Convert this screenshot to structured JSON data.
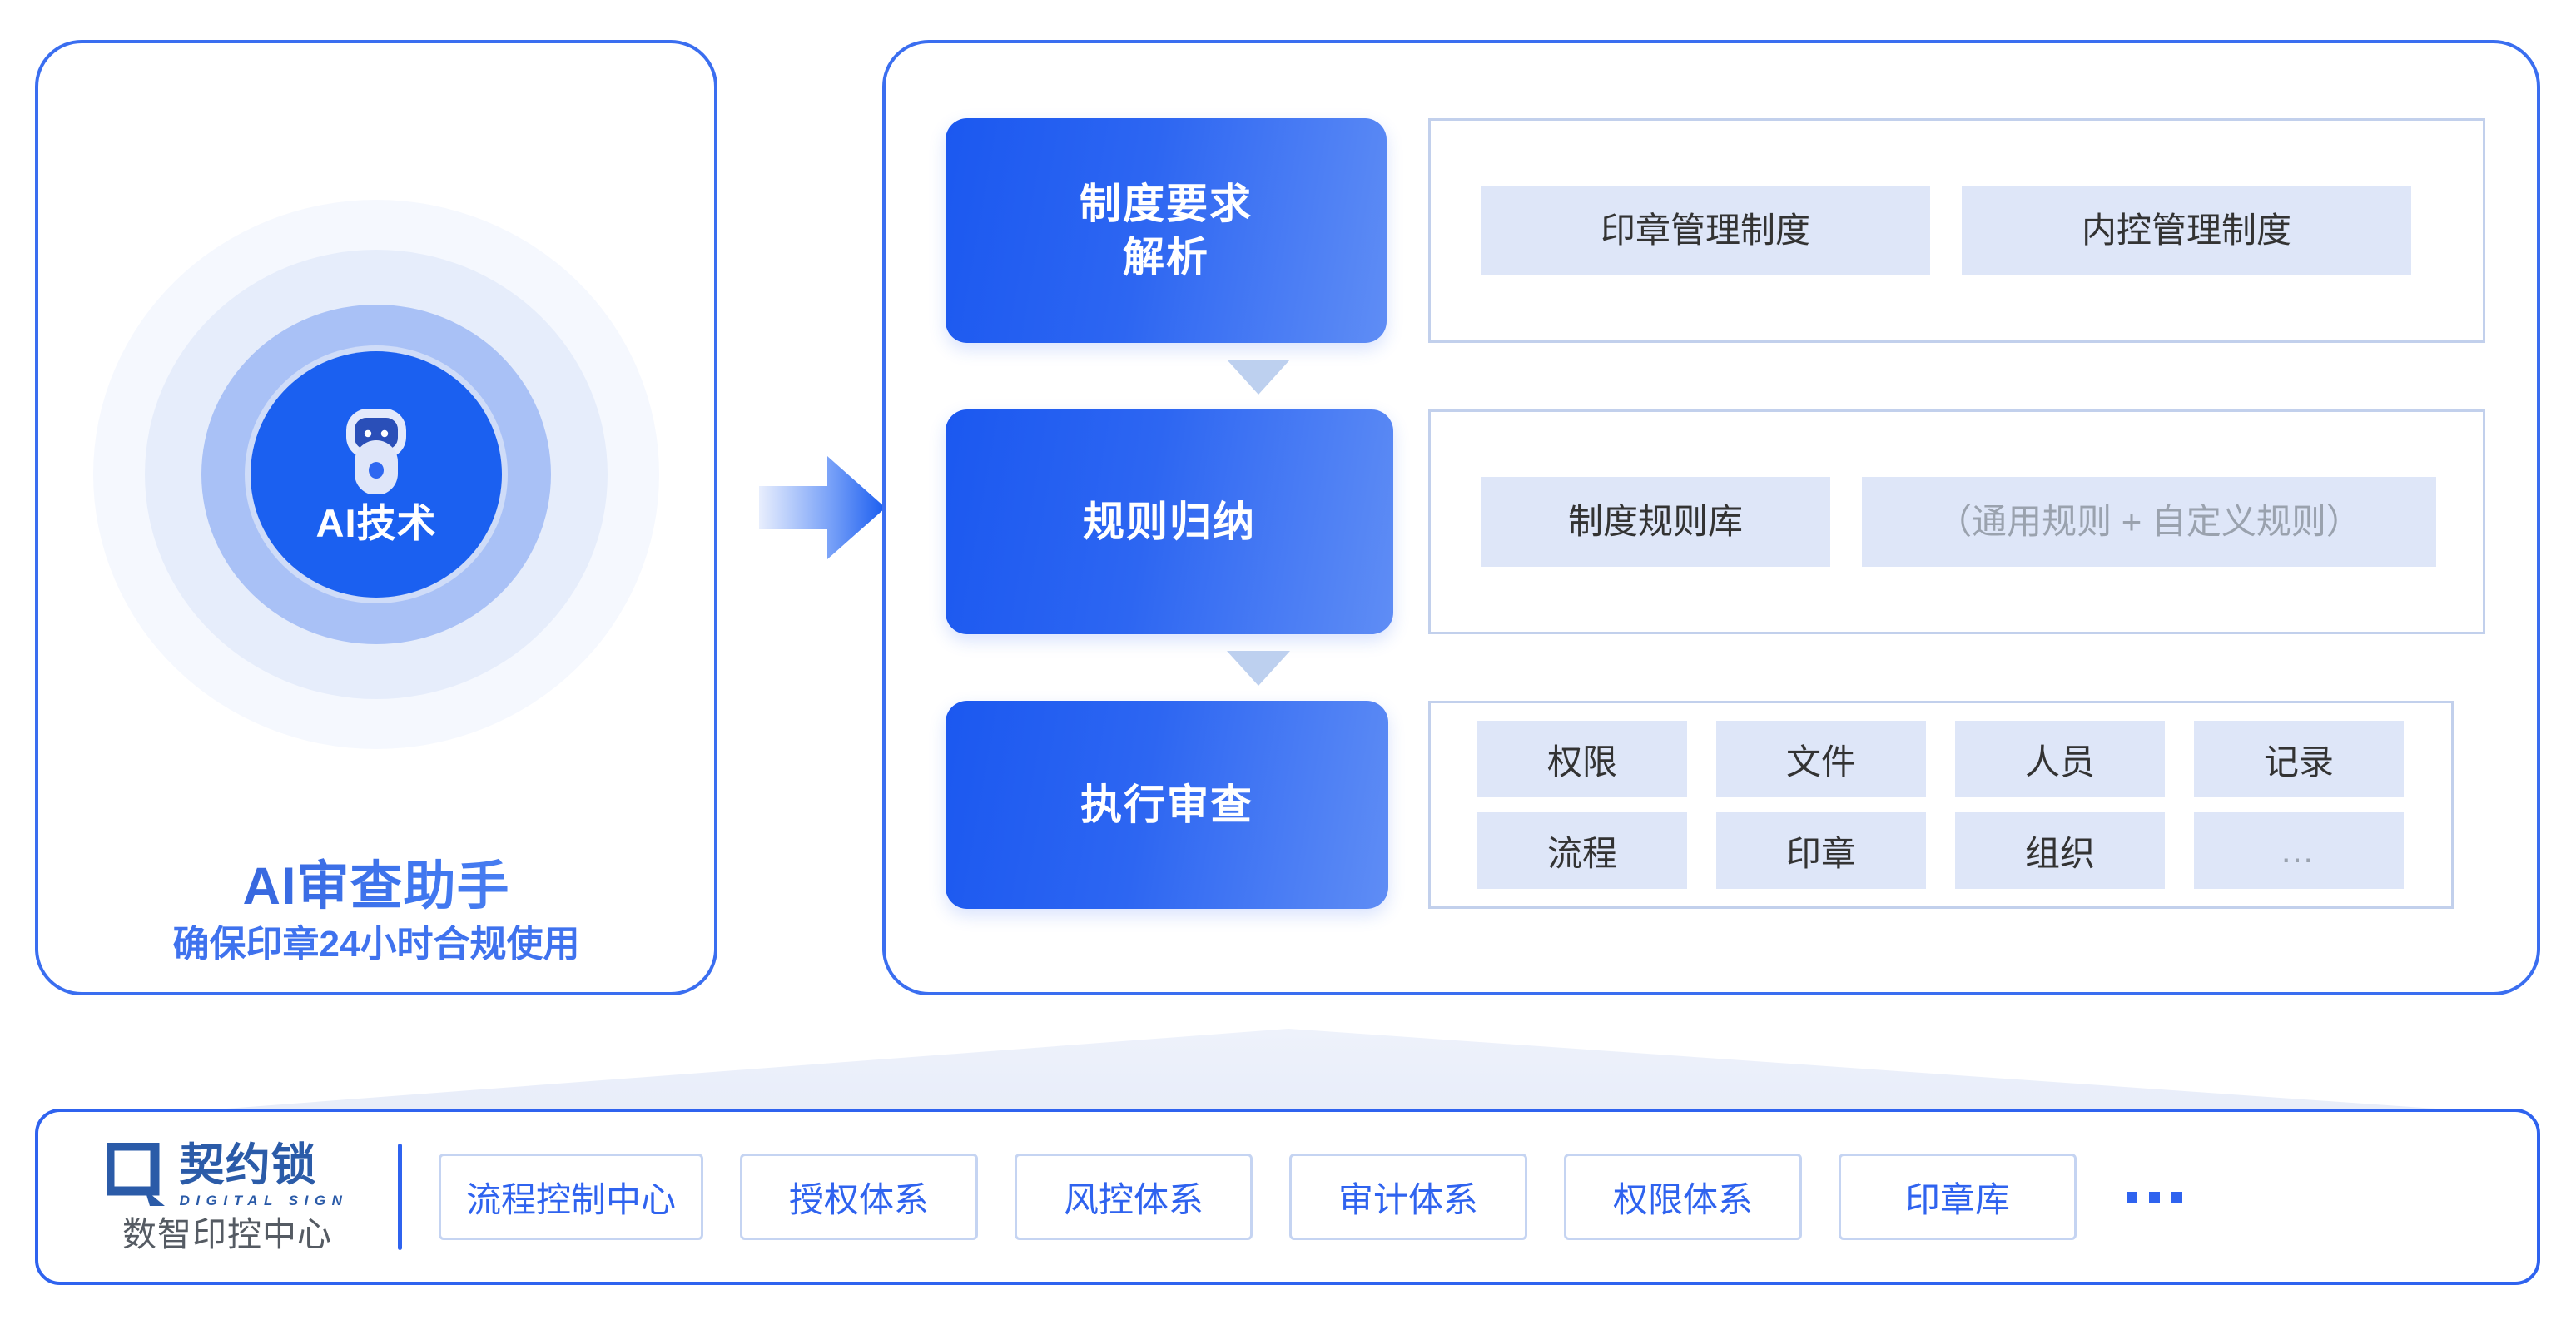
{
  "ai_card": {
    "core_label": "AI技术",
    "core_icon": "robot-icon",
    "title": "AI审查助手",
    "subtitle": "确保印章24小时合规使用"
  },
  "flow_arrow_icon": "arrow-right-icon",
  "process": {
    "stages": [
      {
        "stage_label": "制度要求\n解析",
        "stage_label_lines": [
          "制度要求",
          "解析"
        ],
        "detail_type": "pills",
        "items": [
          "印章管理制度",
          "内控管理制度"
        ]
      },
      {
        "stage_label": "规则归纳",
        "stage_label_lines": [
          "规则归纳"
        ],
        "detail_type": "pills",
        "items": [
          "制度规则库",
          "（通用规则 + 自定义规则）"
        ]
      },
      {
        "stage_label": "执行审查",
        "stage_label_lines": [
          "执行审查"
        ],
        "detail_type": "grid",
        "items": [
          "权限",
          "文件",
          "人员",
          "记录",
          "流程",
          "印章",
          "组织",
          "…"
        ]
      }
    ],
    "connector_icon": "chevron-down-icon"
  },
  "bottom_bar": {
    "brand": {
      "mark_icon": "qiyuesuo-logo-icon",
      "name": "契约锁",
      "sub_en": "DIGITAL SIGN",
      "tagline": "数智印控中心"
    },
    "nav_items": [
      "流程控制中心",
      "授权体系",
      "风控体系",
      "审计体系",
      "权限体系",
      "印章库"
    ],
    "more_label": "…"
  },
  "colors": {
    "brand_blue": "#2f63ef",
    "deep_blue": "#1b58f0",
    "light_blue": "#5f8df5",
    "pill_bg": "#dee6f8",
    "panel_border": "#3a6ef0",
    "detail_border": "#c2d0ec",
    "muted_text": "#9aa2ae",
    "logo_navy": "#2b5ba8"
  }
}
